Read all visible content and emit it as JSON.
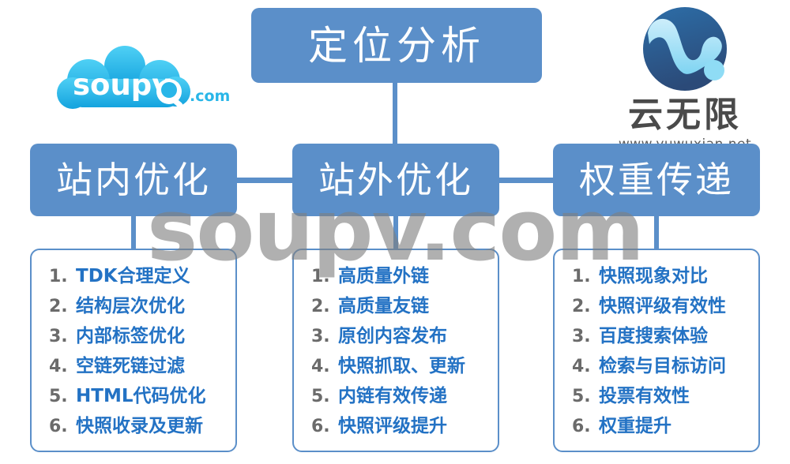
{
  "diagram": {
    "root": {
      "label": "定位分析"
    },
    "branches": [
      {
        "id": "in-site",
        "title": "站内优化",
        "items": [
          {
            "num": "1.",
            "text": "TDK合理定义"
          },
          {
            "num": "2.",
            "text": "结构层次优化"
          },
          {
            "num": "3.",
            "text": "内部标签优化"
          },
          {
            "num": "4.",
            "text": "空链死链过滤"
          },
          {
            "num": "5.",
            "text": "HTML代码优化"
          },
          {
            "num": "6.",
            "text": "快照收录及更新"
          }
        ]
      },
      {
        "id": "off-site",
        "title": "站外优化",
        "items": [
          {
            "num": "1.",
            "text": "高质量外链"
          },
          {
            "num": "2.",
            "text": "高质量友链"
          },
          {
            "num": "3.",
            "text": "原创内容发布"
          },
          {
            "num": "4.",
            "text": "快照抓取、更新"
          },
          {
            "num": "5.",
            "text": "内链有效传递"
          },
          {
            "num": "6.",
            "text": "快照评级提升"
          }
        ]
      },
      {
        "id": "weight-transfer",
        "title": "权重传递",
        "items": [
          {
            "num": "1.",
            "text": "快照现象对比"
          },
          {
            "num": "2.",
            "text": "快照评级有效性"
          },
          {
            "num": "3.",
            "text": "百度搜索体验"
          },
          {
            "num": "4.",
            "text": "检索与目标访问"
          },
          {
            "num": "5.",
            "text": "投票有效性"
          },
          {
            "num": "6.",
            "text": "权重提升"
          }
        ]
      }
    ]
  },
  "logos": {
    "soupv": {
      "word": "soupv",
      "tld": ".com",
      "icon": "cloud-search-logo"
    },
    "yuwuxian": {
      "name": "云无限",
      "url": "www.yuwuxian.net",
      "icon": "globe-swoosh-logo"
    }
  },
  "watermark": {
    "text": "soupv.com"
  },
  "colors": {
    "box_blue": "#5b8fc9",
    "text_blue": "#2372c4",
    "number_gray": "#6b6b6b",
    "logo_cyan": "#29b6e8",
    "logo_dark_blue": "#2b5c8a",
    "watermark_gray": "#808080"
  }
}
